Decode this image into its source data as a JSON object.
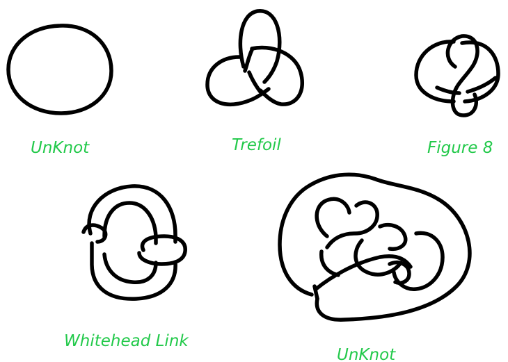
{
  "diagram": {
    "label_color": "#22c94a",
    "stroke_color": "#000000",
    "knots": [
      {
        "id": "unknot-simple",
        "label": "UnKnot"
      },
      {
        "id": "trefoil",
        "label": "Trefoil"
      },
      {
        "id": "figure-eight",
        "label": "Figure 8"
      },
      {
        "id": "whitehead-link",
        "label": "Whitehead Link"
      },
      {
        "id": "unknot-tangled",
        "label": "UnKnot"
      }
    ]
  }
}
